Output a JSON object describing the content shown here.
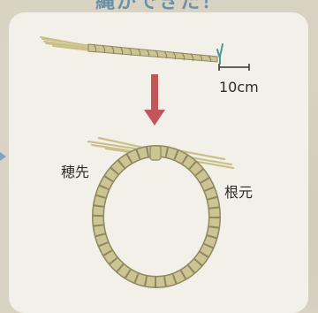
{
  "title_partial": "縄ができた！",
  "scale_label": "10cm",
  "label_tip": "穂先",
  "label_root": "根元",
  "colors": {
    "card": "#f3f0e9",
    "rope": "#c8c08e",
    "rope_dark": "#8e8760",
    "arrow": "#c0555a",
    "scale": "#3a3330",
    "green": "#4a9a8c"
  }
}
